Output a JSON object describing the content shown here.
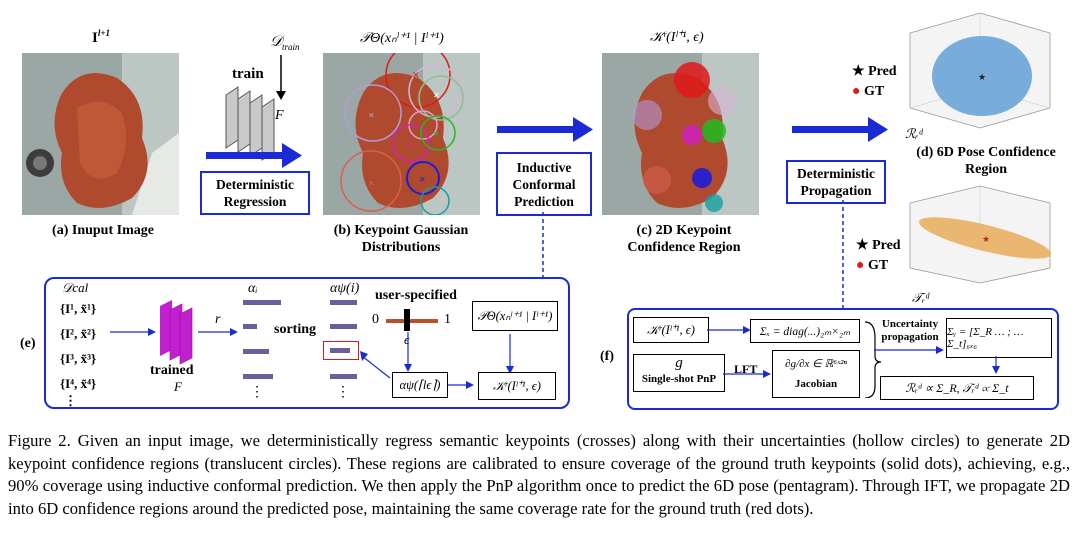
{
  "top_labels": {
    "input_math": "I",
    "input_sup": "l+1",
    "train_set_math": "𝒟",
    "train_set_sub": "train",
    "train": "train",
    "F": "F",
    "gauss_dist_math": "𝒫Θ(xₙˡ⁺¹ | Iˡ⁺¹)",
    "conf_region_math": "𝒦ʳ(Iˡ⁺¹, ϵ)",
    "rd_top": "ℛᵣᵈ",
    "td_bottom": "𝒯ᵣᵈ"
  },
  "boxes": {
    "det_regression": "Deterministic Regression",
    "inductive": "Inductive Conformal Prediction",
    "det_propagation": "Deterministic Propagation"
  },
  "captions": {
    "a": "(a) Inuput Image",
    "b": "(b) Keypoint Gaussian Distributions",
    "c": "(c) 2D Keypoint Confidence Region",
    "d": "(d) 6D Pose Confidence Region"
  },
  "legend_top": {
    "pred": "Pred",
    "gt": "GT"
  },
  "legend_bottom": {
    "pred": "Pred",
    "gt": "GT"
  },
  "panel_e": {
    "label": "(e)",
    "dcal": "𝒟cal",
    "pairs": [
      "{I¹, x̃¹}",
      "{I², x̃²}",
      "{I³, x̃³}",
      "{I⁴, x̃⁴}"
    ],
    "r": "r",
    "trained": "trained",
    "F": "F",
    "alpha_i": "αᵢ",
    "alpha_psi": "αψ(i)",
    "sorting": "sorting",
    "user_specified": "user-specified",
    "zero": "0",
    "one": "1",
    "eps": "ϵ",
    "alpha_sel": "αψ(⌈lϵ⌉)",
    "gauss": "𝒫Θ(xₙˡ⁺¹ | Iˡ⁺¹)",
    "kr": "𝒦ʳ(Iˡ⁺¹, ϵ)"
  },
  "panel_f": {
    "label": "(f)",
    "kr": "𝒦ʳ(Iˡ⁺¹, ϵ)",
    "sigma_x": "Σₓ = diag(...)₂ₘ×₂ₘ",
    "g": "g",
    "pnp": "Single-shot PnP",
    "lft": "LFT",
    "jac_math": "∂g/∂x ∈ ℝ⁶ˣ²ⁿ",
    "jacobian": "Jacobian",
    "uncert": "Uncertainty propagation",
    "sigma_y": "Σᵧ = [Σ_R … ; … Σ_t]₆ₓ₆",
    "result": "ℛᵣᵈ ∝ Σ_R,  𝒯ᵣᵈ ∝ Σ_t"
  },
  "figure_caption": "Figure 2. Given an input image, we deterministically regress semantic keypoints (crosses) along with their uncertainties (hollow circles) to generate 2D keypoint confidence regions (translucent circles). These regions are calibrated to ensure coverage of the ground truth keypoints (solid dots), achieving, e.g., 90% coverage using inductive conformal prediction. We then apply the PnP algorithm once to predict the 6D pose (pentagram). Through IFT, we propagate 2D into 6D confidence regions around the predicted pose, maintaining the same coverage rate for the ground truth (red dots).",
  "colors": {
    "accent": "#1a2bd6",
    "bar": "#6b5e99",
    "magenta": "#c21fd1",
    "ellipsoid_blue": "#6aa4d8",
    "ellipsoid_orange": "#e8b060"
  }
}
